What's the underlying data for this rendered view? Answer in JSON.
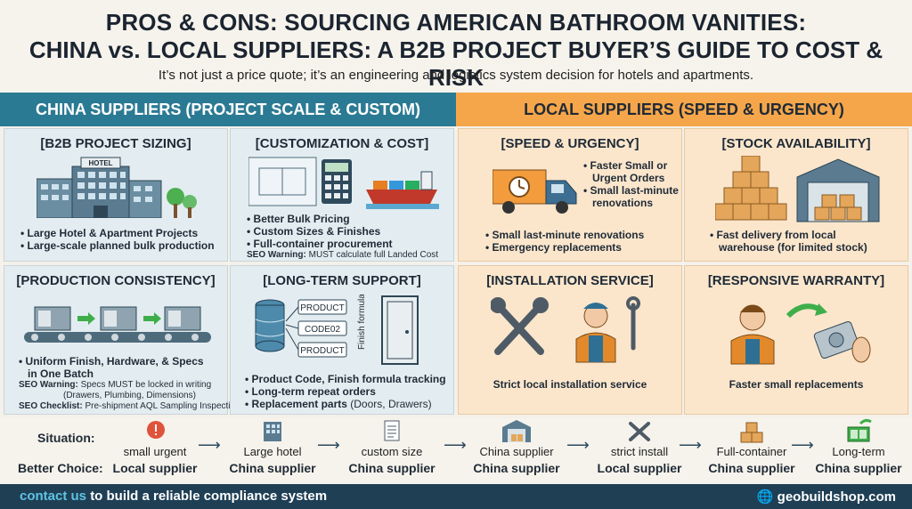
{
  "header": {
    "title_line1": "PROS & CONS: SOURCING AMERICAN BATHROOM VANITIES:",
    "title_line2": "CHINA vs. LOCAL SUPPLIERS: A B2B PROJECT BUYER’S GUIDE TO COST & RISK",
    "subtitle": "It’s not just a price quote; it’s an engineering and logistics system decision for hotels and apartments."
  },
  "china_banner": "CHINA SUPPLIERS (PROJECT SCALE & CUSTOM)",
  "local_banner": "LOCAL SUPPLIERS (SPEED & URGENCY)",
  "panels": {
    "b2b": {
      "title": "[B2B PROJECT SIZING]",
      "hotel_sign": "HOTEL",
      "bullets": [
        "• Large Hotel & Apartment Projects",
        "• Large-scale planned bulk production"
      ]
    },
    "custom": {
      "title": "[CUSTOMIZATION & COST]",
      "bullets": [
        "• Better Bulk Pricing",
        "• Custom Sizes & Finishes",
        "• Full-container procurement"
      ],
      "seo_label": "SEO Warning:",
      "seo_text": "MUST calculate full Landed Cost"
    },
    "consistency": {
      "title": "[PRODUCTION CONSISTENCY]",
      "bullet1": "• Uniform Finish, Hardware, & Specs",
      "bullet2": "in One Batch",
      "seo_label": "SEO Warning:",
      "seo_text": "Specs MUST be locked in writing",
      "seo_text2": "(Drawers, Plumbing, Dimensions)",
      "check_label": "SEO Checklist:",
      "check_text": "Pre-shipment AQL Sampling Inspection"
    },
    "support": {
      "title": "[LONG-TERM SUPPORT]",
      "tags": [
        "PRODUCT",
        "CODE02",
        "PRODUCT"
      ],
      "finish_label": "Finish formula",
      "bullets": [
        "• Product Code, Finish formula tracking",
        "• Long-term repeat orders"
      ],
      "bullet3_bold": "• Replacement parts",
      "bullet3_rest": "(Doors, Drawers)"
    },
    "speed": {
      "title": "[SPEED & URGENCY]",
      "side": [
        "• Faster Small or",
        "Urgent Orders",
        "• Small last-minute",
        "renovations"
      ],
      "bullets": [
        "• Small last-minute renovations",
        "• Emergency replacements"
      ]
    },
    "stock": {
      "title": "[STOCK AVAILABILITY]",
      "bullet1": "• Fast delivery from local",
      "bullet2": "warehouse (for limited stock)"
    },
    "install": {
      "title": "[INSTALLATION SERVICE]",
      "caption": "Strict local installation service"
    },
    "warranty": {
      "title": "[RESPONSIVE WARRANTY]",
      "caption": "Faster small replacements"
    }
  },
  "bottom": {
    "situation_label": "Situation:",
    "choice_label": "Better Choice:",
    "items": [
      {
        "situation": "small urgent",
        "choice": "Local supplier"
      },
      {
        "situation": "Large hotel",
        "choice": "China supplier"
      },
      {
        "situation": "custom size",
        "choice": "China supplier"
      },
      {
        "situation": "China supplier",
        "choice": "China supplier"
      },
      {
        "situation": "strict install",
        "choice": "Local supplier"
      },
      {
        "situation": "Full-container",
        "choice": "China supplier"
      },
      {
        "situation": "Long-term",
        "choice": "China supplier"
      }
    ]
  },
  "footer": {
    "contact_highlight": "contact us",
    "contact_rest": "to build a reliable compliance system",
    "site": "geobuildshop.com"
  },
  "colors": {
    "china": "#2b7a93",
    "local": "#f6a64a",
    "footer": "#1f3f55"
  }
}
